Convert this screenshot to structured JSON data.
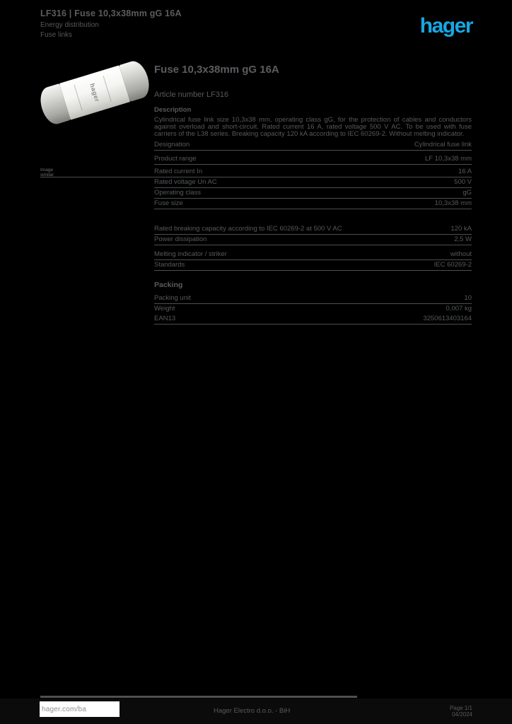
{
  "header": {
    "line1": "LF316 | Fuse 10,3x38mm gG 16A",
    "line2": "Energy distribution",
    "line3": "Fuse links",
    "logo": "hager",
    "logo_color": "#17a7e2"
  },
  "product": {
    "title": "Fuse 10,3x38mm gG 16A",
    "reference": "Article number LF316",
    "image_brand": "hager",
    "side_note_line1": "Image",
    "side_note_line2": "similar"
  },
  "description": {
    "label": "Description",
    "text": "Cylindrical fuse link size 10,3x38 mm, operating class gG, for the protection of cables and conductors against overload and short-circuit. Rated current 16 A, rated voltage 500 V AC. To be used with fuse carriers of the L38 series. Breaking capacity 120 kA according to IEC 60269-2. Without melting indicator."
  },
  "specs": {
    "rows": [
      {
        "label": "Designation",
        "value": "Cylindrical fuse link"
      },
      {
        "label": "Product range",
        "value": "LF 10,3x38 mm"
      },
      {
        "label": "Rated current In",
        "value": "16 A"
      },
      {
        "label": "Rated voltage Un AC",
        "value": "500 V"
      },
      {
        "label": "Operating class",
        "value": "gG"
      },
      {
        "label": "Fuse size",
        "value": "10,3x38 mm"
      },
      {
        "label": "Rated breaking capacity according to IEC 60269-2 at 500 V AC",
        "value": "120 kA"
      },
      {
        "label": "Power dissipation",
        "value": "2,5 W"
      },
      {
        "label": "Melting indicator / striker",
        "value": "without"
      },
      {
        "label": "Standards",
        "value": "IEC 60269-2"
      }
    ]
  },
  "section2": {
    "heading": "Packing",
    "rows": [
      {
        "label": "Packing unit",
        "value": "10"
      },
      {
        "label": "Weight",
        "value": "0,007 kg"
      },
      {
        "label": "EAN13",
        "value": "3250613403164"
      }
    ]
  },
  "footer": {
    "site": "hager.com/ba",
    "company": "Hager Electro d.o.o. - BiH",
    "page_line1": "Page 1/1",
    "page_line2": "04/2024"
  },
  "colors": {
    "background": "#000000",
    "text_gray": "#595b5e",
    "rule_gray": "#4c4e51",
    "logo_blue": "#17a7e2"
  }
}
